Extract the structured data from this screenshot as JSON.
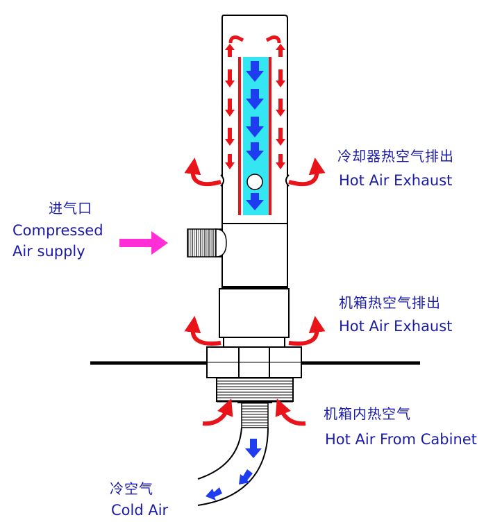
{
  "labels": {
    "cooler_exhaust_zh": "冷却器热空气排出",
    "cooler_exhaust_en": "Hot Air Exhaust",
    "supply_zh": "进气口",
    "supply_en_line1": "Compressed",
    "supply_en_line2": "Air supply",
    "cabinet_exhaust_zh": "机箱热空气排出",
    "cabinet_exhaust_en": "Hot Air Exhaust",
    "cabinet_hot_zh": "机箱内热空气",
    "cabinet_hot_en": "Hot Air From Cabinet",
    "cold_zh": "冷空气",
    "cold_en": "Cold Air"
  },
  "colors": {
    "hot": "#e8141a",
    "cold": "#1e3cf0",
    "core": "#33e6f2",
    "supply": "#ff2ed6",
    "text": "#1a1aa8",
    "outline": "#000000"
  },
  "icons": {
    "hot_flow": "red-arrow",
    "cold_flow": "blue-arrow",
    "supply_flow": "magenta-arrow"
  }
}
